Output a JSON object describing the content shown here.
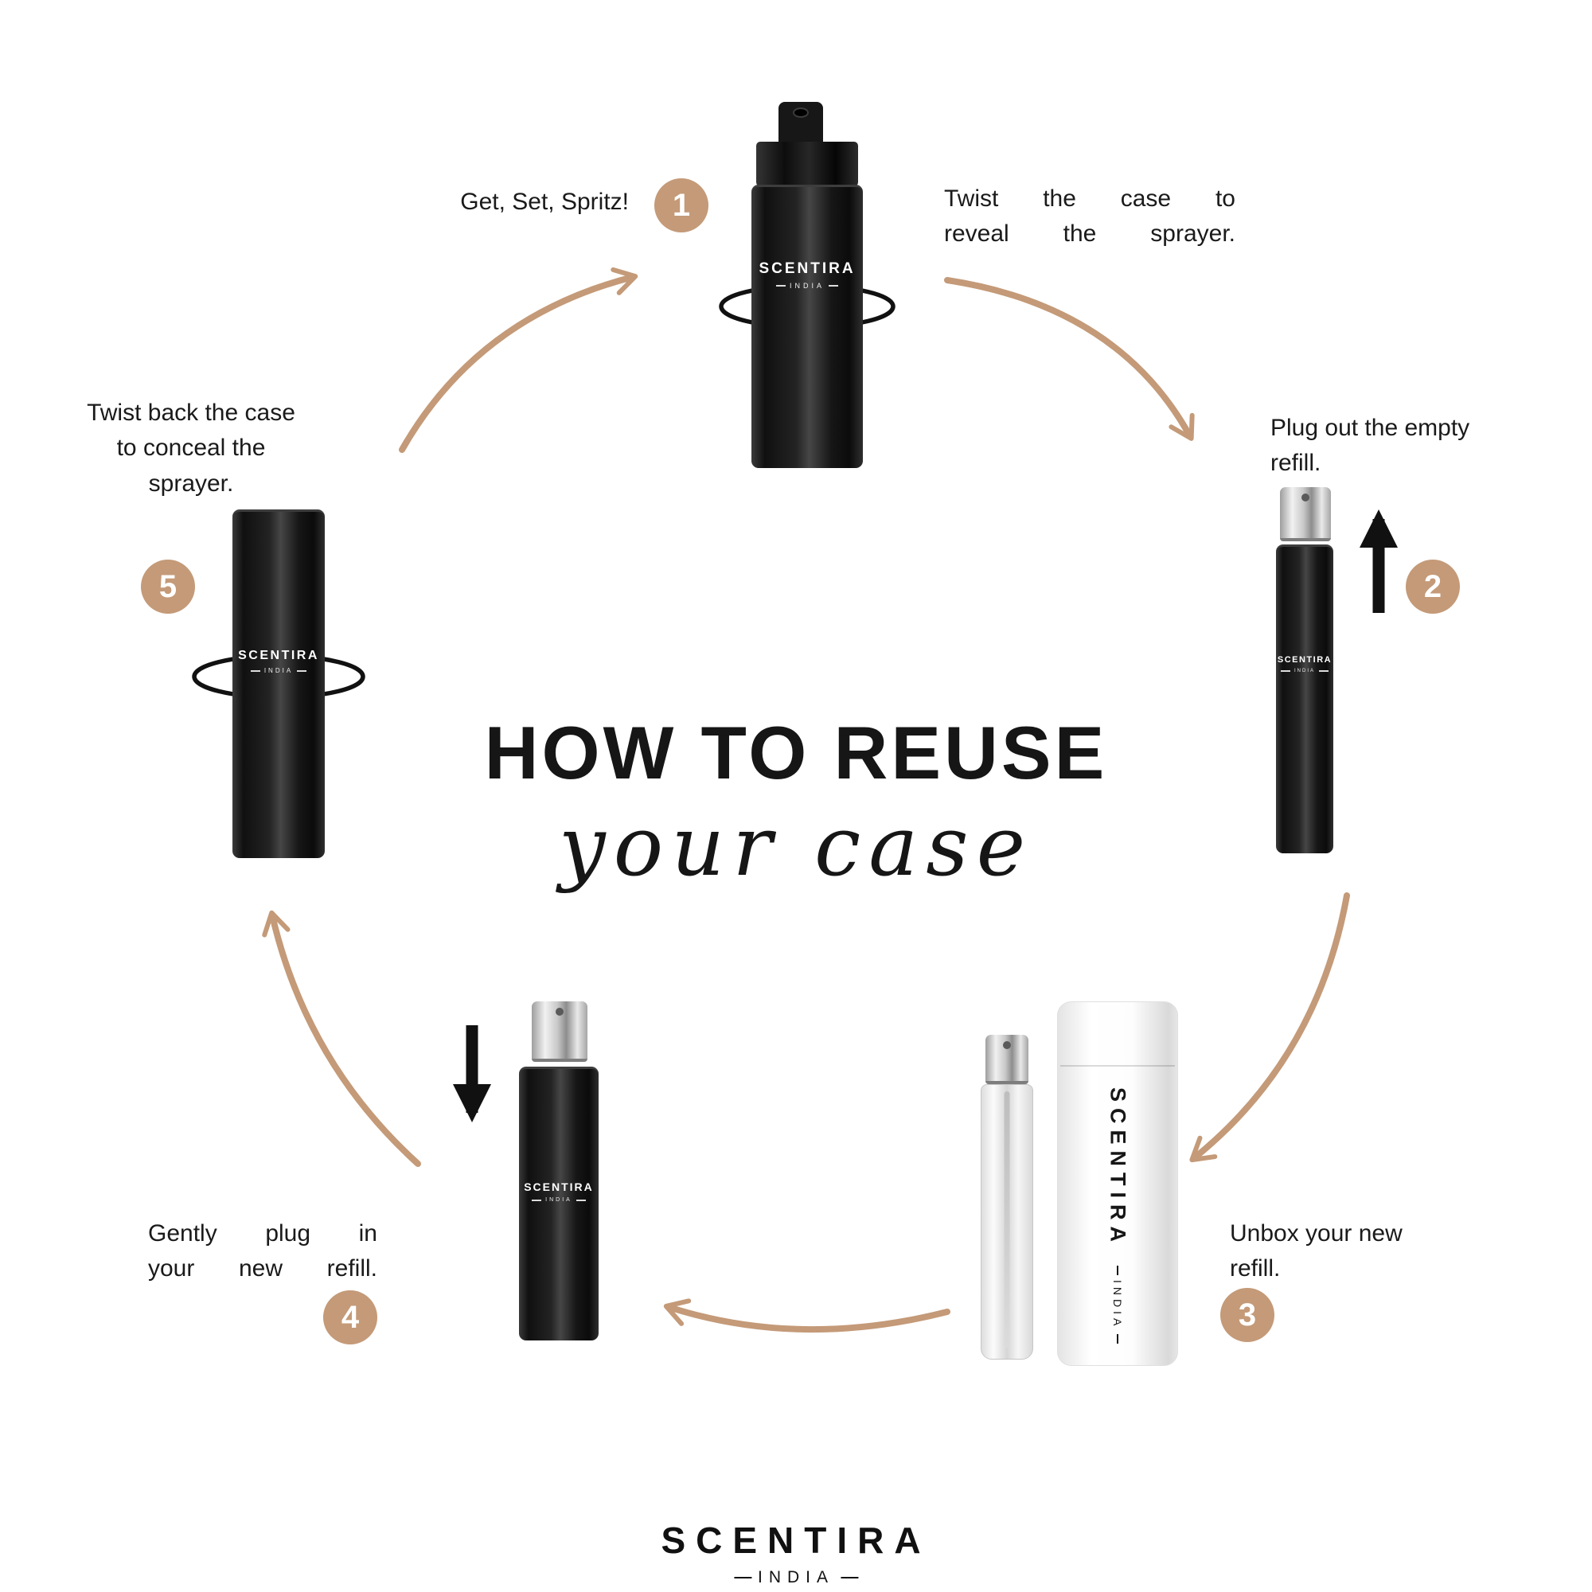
{
  "title": {
    "main": "HOW TO REUSE",
    "script": "your case"
  },
  "brand": {
    "name": "SCENTIRA",
    "sub": "INDIA"
  },
  "steps": [
    {
      "num": "1",
      "caption": "Get, Set, Spritz!"
    },
    {
      "num": "2",
      "instruction": "Twist the case to\nreveal the sprayer.",
      "caption": "Plug out the empty\nrefill."
    },
    {
      "num": "3",
      "caption": "Unbox your new\nrefill."
    },
    {
      "num": "4",
      "caption": "Gently plug in\nyour new refill."
    },
    {
      "num": "5",
      "caption": "Twist back the case\nto conceal the\nsprayer."
    }
  ],
  "colors": {
    "accent_tan": "#c49a78",
    "ink": "#1a1a1a",
    "badge_text": "#ffffff"
  },
  "icons": [
    "curved-arrow-step5-to-step1",
    "curved-arrow-step1-to-step2",
    "curved-arrow-step2-to-step3",
    "curved-arrow-step3-to-step4",
    "curved-arrow-step4-to-step5",
    "up-arrow",
    "down-arrow",
    "twist-rotation-arrow-step1",
    "twist-rotation-arrow-step5"
  ]
}
